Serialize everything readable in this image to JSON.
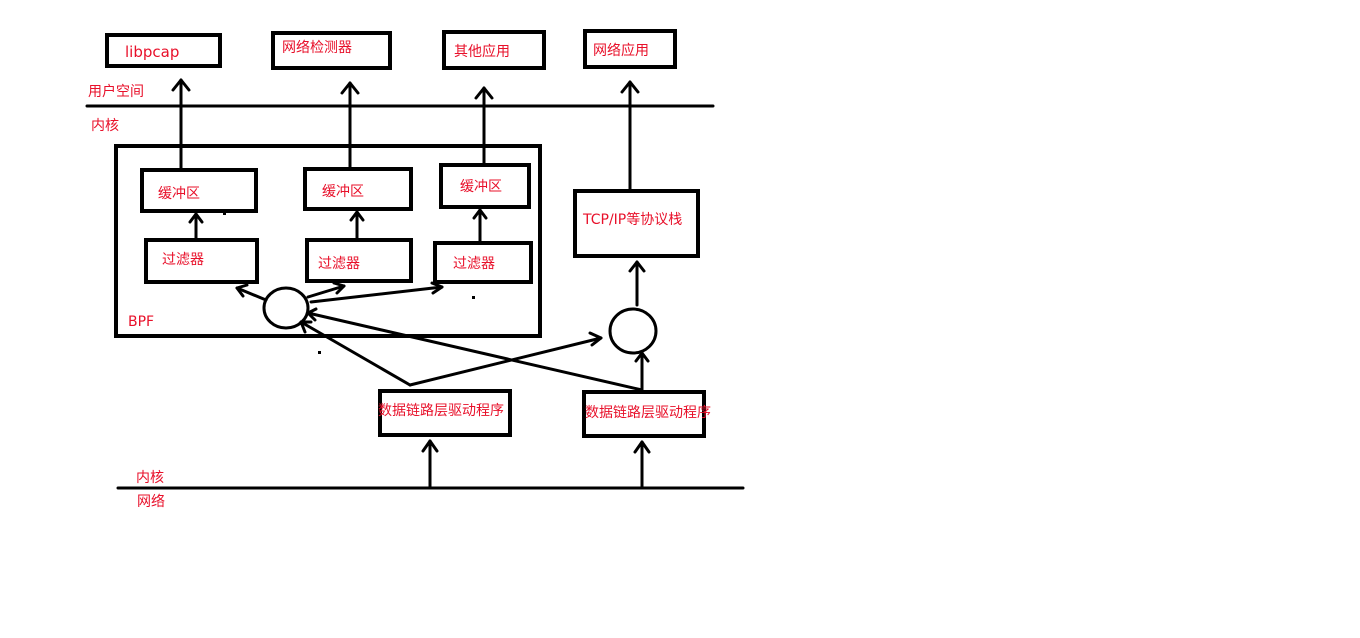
{
  "colors": {
    "label": "#e8102a",
    "stroke": "#000000",
    "background": "#ffffff"
  },
  "boxes": {
    "libpcap": "libpcap",
    "net_detector": "网络检测器",
    "other_app": "其他应用",
    "net_app": "网络应用",
    "buffer_1": "缓冲区",
    "buffer_2": "缓冲区",
    "buffer_3": "缓冲区",
    "filter_1": "过滤器",
    "filter_2": "过滤器",
    "filter_3": "过滤器",
    "tcpip_stack": "TCP/IP等协议栈",
    "driver_1": "数据链路层驱动程序",
    "driver_2": "数据链路层驱动程序"
  },
  "regions": {
    "user_space": "用户空间",
    "kernel_top": "内核",
    "bpf": "BPF",
    "kernel_bottom": "内核",
    "network": "网络"
  }
}
